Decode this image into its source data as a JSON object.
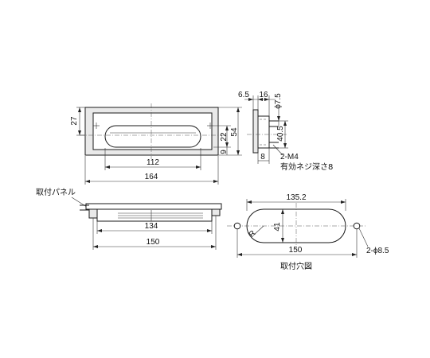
{
  "front_view": {
    "dim_width": "164",
    "dim_opening": "112",
    "dim_height": "54",
    "dim_hole_pitch": "22",
    "dim_hole_offset": "9",
    "dim_top_margin": "27"
  },
  "side_view": {
    "dim_a": "6.5",
    "dim_b": "16",
    "dim_diameter": "ϕ7.5",
    "dim_slot": "40.5",
    "dim_depth": "8",
    "thread_label": "2-M4",
    "thread_note": "有効ネジ深さ8"
  },
  "bottom_view": {
    "panel_label": "取付パネル",
    "dim_inner": "134",
    "dim_outer": "150"
  },
  "cutout_view": {
    "dim_slot_length": "135.2",
    "dim_slot_height": "41",
    "dim_radius": "R",
    "dim_pitch": "150",
    "hole_label": "2-ϕ8.5",
    "title": "取付穴図"
  }
}
